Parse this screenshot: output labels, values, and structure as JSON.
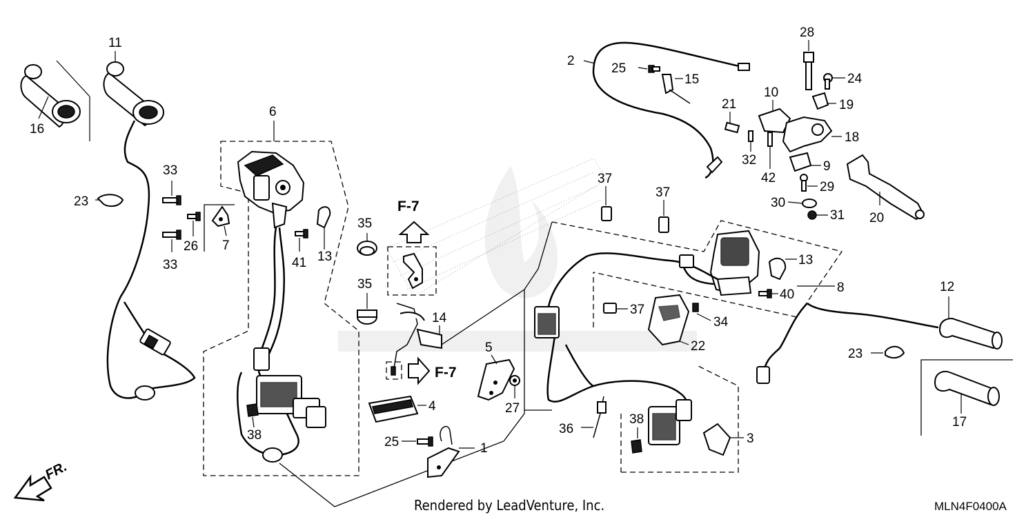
{
  "footer": {
    "rendered_by": "Rendered by LeadVenture, Inc.",
    "diagram_code": "MLN4F0400A"
  },
  "direction": {
    "front_label": "FR."
  },
  "references": [
    {
      "id": "ref-top",
      "label": "F-7"
    },
    {
      "id": "ref-right",
      "label": "F-7"
    }
  ],
  "callouts": [
    {
      "id": "c11",
      "label": "11"
    },
    {
      "id": "c16",
      "label": "16"
    },
    {
      "id": "c23a",
      "label": "23"
    },
    {
      "id": "c33a",
      "label": "33"
    },
    {
      "id": "c33b",
      "label": "33"
    },
    {
      "id": "c26",
      "label": "26"
    },
    {
      "id": "c7",
      "label": "7"
    },
    {
      "id": "c6",
      "label": "6"
    },
    {
      "id": "c41",
      "label": "41"
    },
    {
      "id": "c13a",
      "label": "13"
    },
    {
      "id": "c38a",
      "label": "38"
    },
    {
      "id": "c35a",
      "label": "35"
    },
    {
      "id": "c35b",
      "label": "35"
    },
    {
      "id": "c14",
      "label": "14"
    },
    {
      "id": "c5",
      "label": "5"
    },
    {
      "id": "c4",
      "label": "4"
    },
    {
      "id": "c27",
      "label": "27"
    },
    {
      "id": "c25a",
      "label": "25"
    },
    {
      "id": "c1",
      "label": "1"
    },
    {
      "id": "c2",
      "label": "2"
    },
    {
      "id": "c25b",
      "label": "25"
    },
    {
      "id": "c15",
      "label": "15"
    },
    {
      "id": "c21",
      "label": "21"
    },
    {
      "id": "c10",
      "label": "10"
    },
    {
      "id": "c32",
      "label": "32"
    },
    {
      "id": "c42",
      "label": "42"
    },
    {
      "id": "c28",
      "label": "28"
    },
    {
      "id": "c24",
      "label": "24"
    },
    {
      "id": "c19",
      "label": "19"
    },
    {
      "id": "c18",
      "label": "18"
    },
    {
      "id": "c9",
      "label": "9"
    },
    {
      "id": "c29",
      "label": "29"
    },
    {
      "id": "c30",
      "label": "30"
    },
    {
      "id": "c31",
      "label": "31"
    },
    {
      "id": "c20",
      "label": "20"
    },
    {
      "id": "c37a",
      "label": "37"
    },
    {
      "id": "c37b",
      "label": "37"
    },
    {
      "id": "c37c",
      "label": "37"
    },
    {
      "id": "c13b",
      "label": "13"
    },
    {
      "id": "c40",
      "label": "40"
    },
    {
      "id": "c8",
      "label": "8"
    },
    {
      "id": "c34",
      "label": "34"
    },
    {
      "id": "c22",
      "label": "22"
    },
    {
      "id": "c36",
      "label": "36"
    },
    {
      "id": "c38b",
      "label": "38"
    },
    {
      "id": "c3",
      "label": "3"
    },
    {
      "id": "c12",
      "label": "12"
    },
    {
      "id": "c23b",
      "label": "23"
    },
    {
      "id": "c17",
      "label": "17"
    }
  ]
}
